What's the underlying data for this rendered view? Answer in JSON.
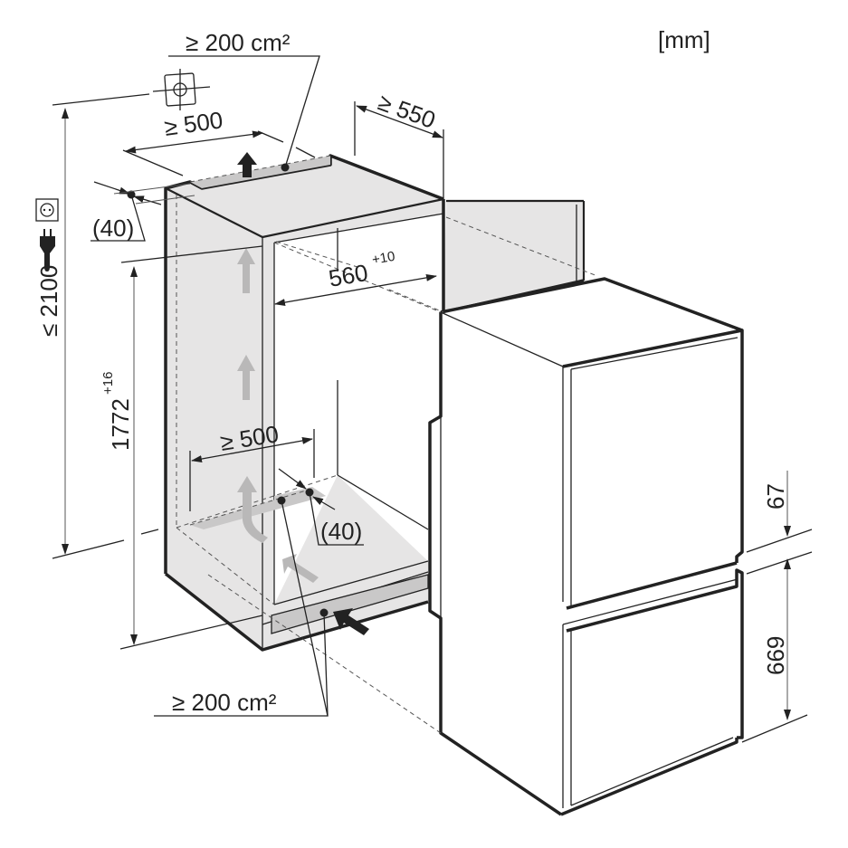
{
  "diagram": {
    "unit_label": "[mm]",
    "colors": {
      "line": "#222222",
      "cabinet_fill": "#e6e5e5",
      "vent_fill": "#c9c8c8",
      "airflow_arrow": "#b9b8b8",
      "background": "#ffffff"
    },
    "dimensions": {
      "top_vent_area": "≥ 200 cm²",
      "top_depth": "≥ 500",
      "niche_depth": "≥ 550",
      "top_gap": "(40)",
      "niche_width_value": "560",
      "niche_width_tolerance": "+10",
      "niche_height_value": "1772",
      "niche_height_tolerance": "+16",
      "socket_height": "≤ 2100",
      "bottom_depth": "≥ 500",
      "bottom_gap": "(40)",
      "bottom_vent_area": "≥ 200 cm²",
      "door_gap": "67",
      "freezer_door_height": "669"
    },
    "icons": [
      "socket-icon",
      "plug-icon",
      "crosshair-icon",
      "vent-arrow-icon",
      "airflow-arrow-icon"
    ]
  }
}
